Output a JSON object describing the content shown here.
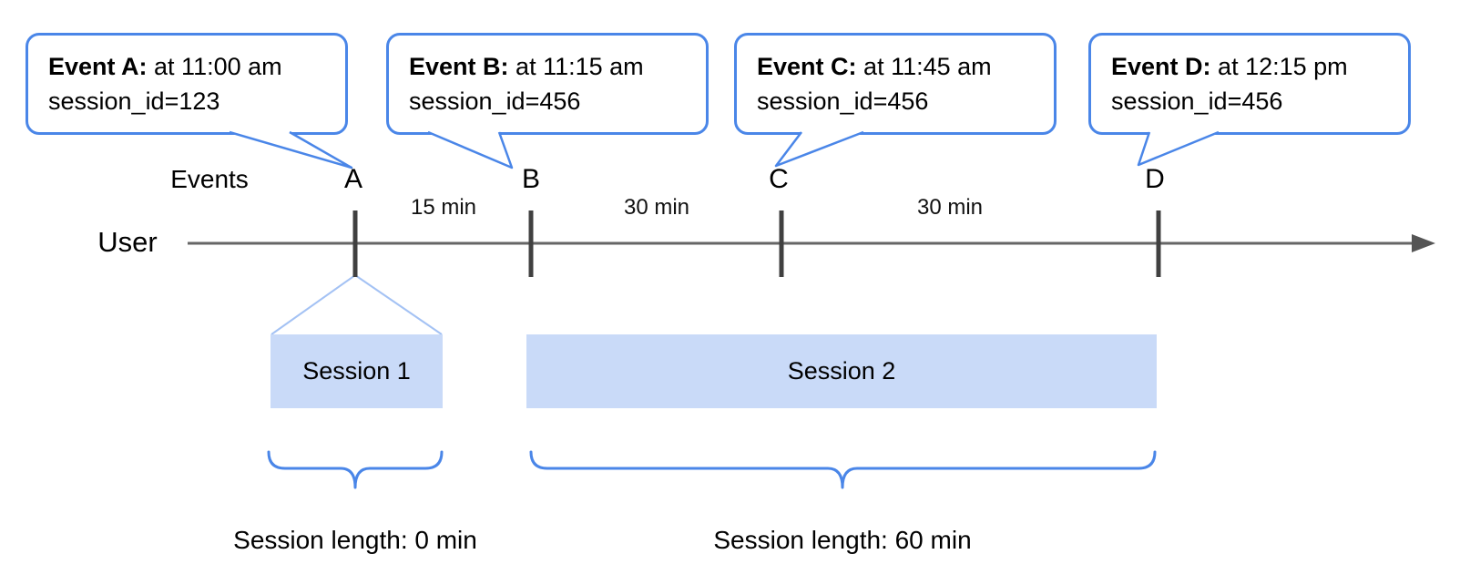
{
  "axis": {
    "events_label": "Events",
    "user_label": "User"
  },
  "events": [
    {
      "id": "A",
      "title": "Event A:",
      "time": "at 11:00 am",
      "session": "session_id=123"
    },
    {
      "id": "B",
      "title": "Event B:",
      "time": "at 11:15 am",
      "session": "session_id=456"
    },
    {
      "id": "C",
      "title": "Event C:",
      "time": "at 11:45 am",
      "session": "session_id=456"
    },
    {
      "id": "D",
      "title": "Event D:",
      "time": "at 12:15 pm",
      "session": "session_id=456"
    }
  ],
  "intervals": [
    {
      "label": "15 min"
    },
    {
      "label": "30 min"
    },
    {
      "label": "30 min"
    }
  ],
  "sessions": [
    {
      "name": "Session 1",
      "length_label": "Session length: 0 min"
    },
    {
      "name": "Session 2",
      "length_label": "Session length: 60 min"
    }
  ],
  "colors": {
    "bubble_border": "#4a86e8",
    "brace": "#4a86e8",
    "session_fill": "#c9daf8",
    "funnel_line": "#a4c2f4",
    "timeline_line": "#666666",
    "event_tick": "#404040"
  }
}
